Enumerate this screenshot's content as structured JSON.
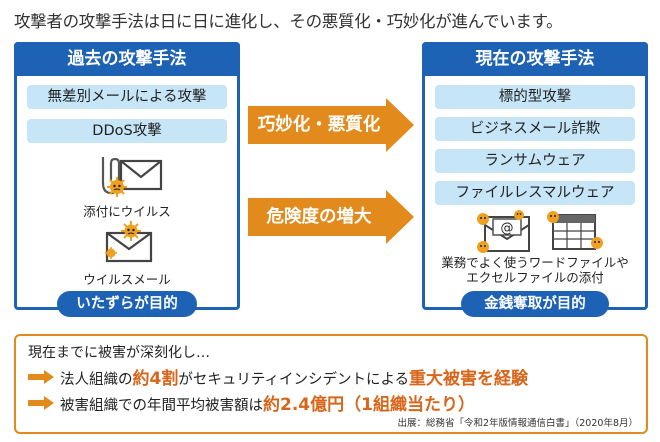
{
  "headline": "攻撃者の攻撃手法は日に日に進化し、その悪質化・巧妙化が進んでいます。",
  "past": {
    "title": "過去の攻撃手法",
    "items": [
      "無差別メールによる攻撃",
      "DDoS攻撃"
    ],
    "virus_attachment_caption": "添付にウイルス",
    "virus_mail_caption": "ウイルスメール",
    "footer": "いたずらが目的"
  },
  "arrows": {
    "first": "巧妙化・悪質化",
    "second": "危険度の増大"
  },
  "present": {
    "title": "現在の攻撃手法",
    "items": [
      "標的型攻撃",
      "ビジネスメール詐欺",
      "ランサムウェア",
      "ファイルレスマルウェア"
    ],
    "caption_line1": "業務でよく使うワードファイルや",
    "caption_line2": "エクセルファイルの添付",
    "footer": "金銭奪取が目的"
  },
  "impact": {
    "intro": "現在までに被害が深刻化し…",
    "line1_pre": "法人組織の",
    "line1_hl1": "約4割",
    "line1_mid": "がセキュリティインシデントによる",
    "line1_hl2": "重大被害を経験",
    "line2_pre": "被害組織での年間平均被害額は",
    "line2_hl": "約2.4億円（1組織当たり）",
    "source": "出展：総務省「令和2年版情報通信白書」（2020年8月）"
  },
  "colors": {
    "blue": "#1d62b5",
    "light_blue": "#c6e5f6",
    "orange": "#e38a1c",
    "highlight": "#d8661a"
  }
}
